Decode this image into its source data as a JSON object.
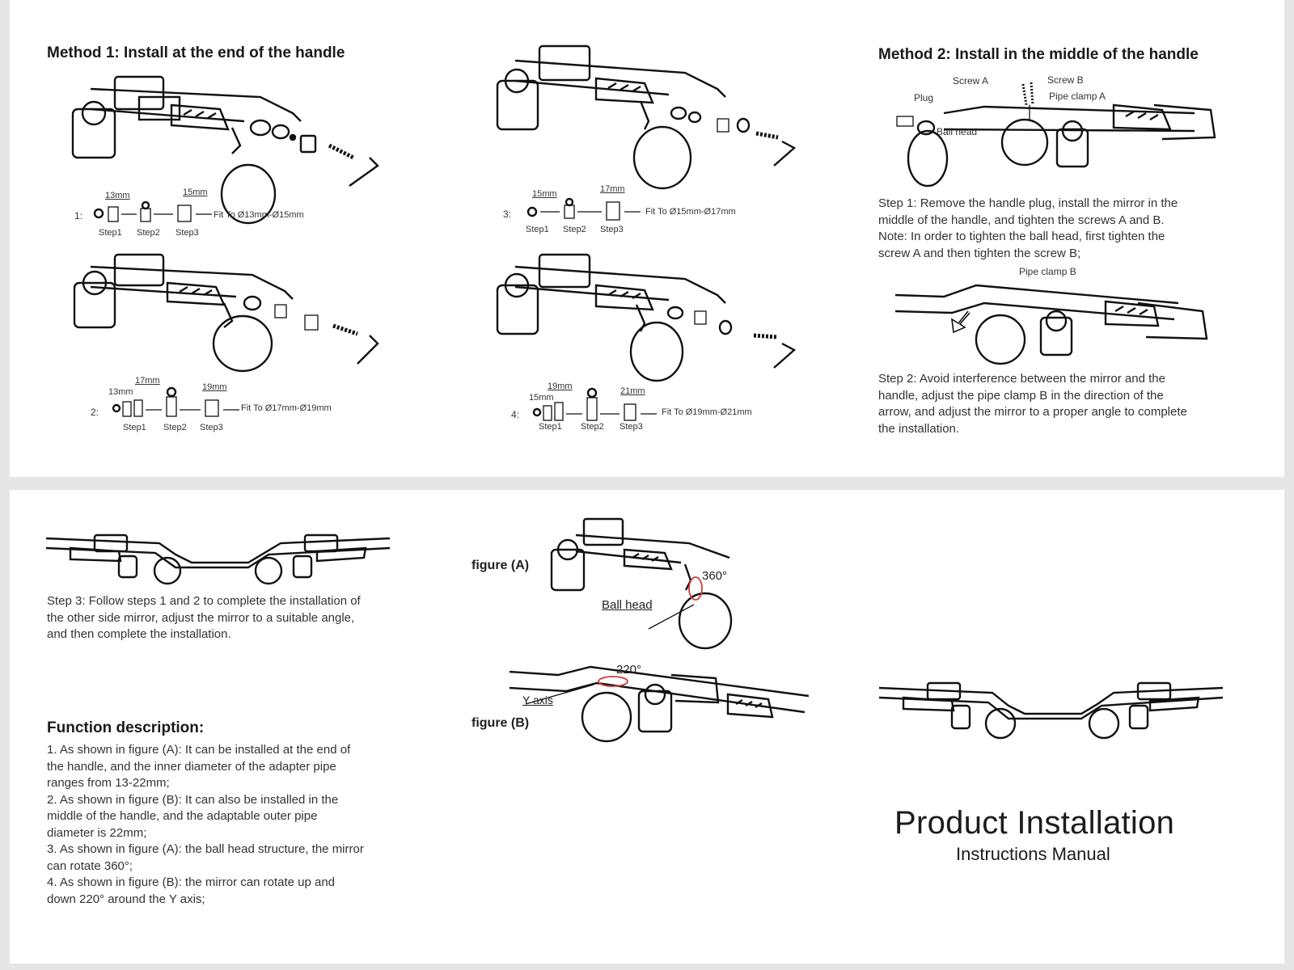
{
  "method1": {
    "title": "Method 1: Install at the end of the handle",
    "rows": [
      {
        "number": "1:",
        "dims": [
          "13mm",
          "15mm"
        ],
        "steps": [
          "Step1",
          "Step2",
          "Step3"
        ],
        "fit": "Fit To Ø13mm-Ø15mm"
      },
      {
        "number": "2:",
        "dims": [
          "13mm",
          "17mm",
          "19mm"
        ],
        "steps": [
          "Step1",
          "Step2",
          "Step3"
        ],
        "fit": "Fit To Ø17mm-Ø19mm"
      }
    ]
  },
  "method1b": {
    "rows": [
      {
        "number": "3:",
        "dims": [
          "15mm",
          "17mm"
        ],
        "steps": [
          "Step1",
          "Step2",
          "Step3"
        ],
        "fit": "Fit To Ø15mm-Ø17mm"
      },
      {
        "number": "4:",
        "dims": [
          "15mm",
          "19mm",
          "21mm"
        ],
        "steps": [
          "Step1",
          "Step2",
          "Step3"
        ],
        "fit": "Fit To Ø19mm-Ø21mm"
      }
    ]
  },
  "method2": {
    "title": "Method 2: Install in the middle of the handle",
    "labels": {
      "screw_a": "Screw A",
      "screw_b": "Screw B",
      "plug": "Plug",
      "pipe_clamp_a": "Pipe clamp A",
      "ball_head": "Ball head",
      "pipe_clamp_b": "Pipe clamp B"
    },
    "step1": [
      "Step 1: Remove the handle plug, install the mirror in the",
      "middle of the handle, and tighten the screws A and B.",
      "Note: In order to tighten the ball head, first tighten the",
      "screw A and then tighten the screw B;"
    ],
    "step2": [
      "Step 2: Avoid interference between the mirror and the",
      "handle, adjust the pipe clamp B in the direction of the",
      "arrow, and adjust the mirror to a proper angle to complete",
      "the installation."
    ]
  },
  "step3": [
    "Step 3: Follow steps 1 and 2 to complete the installation of",
    "the other side mirror, adjust the mirror to a suitable angle,",
    "and then complete the installation."
  ],
  "function": {
    "title": "Function description:",
    "lines": [
      "1. As shown in figure (A): It can be installed at the end of",
      "the handle, and the inner diameter of the adapter pipe",
      "ranges from 13-22mm;",
      "2. As shown in figure (B): It can also be installed in the",
      "middle of the handle, and the adaptable outer pipe",
      "diameter is 22mm;",
      "3. As shown in figure (A): the ball head structure, the mirror",
      "can rotate 360°;",
      "4. As shown in figure (B): the mirror can rotate up and",
      "down 220° around the Y axis;"
    ]
  },
  "figures": {
    "a_label": "figure (A)",
    "a_angle": "360°",
    "a_ball": "Ball head",
    "b_label": "figure (B)",
    "b_angle": "220°",
    "b_axis": "Y axis"
  },
  "product": {
    "title": "Product Installation",
    "subtitle": "Instructions Manual"
  },
  "colors": {
    "accent_red": "#d23a3a",
    "page": "#ffffff",
    "background": "#e6e6e6"
  }
}
